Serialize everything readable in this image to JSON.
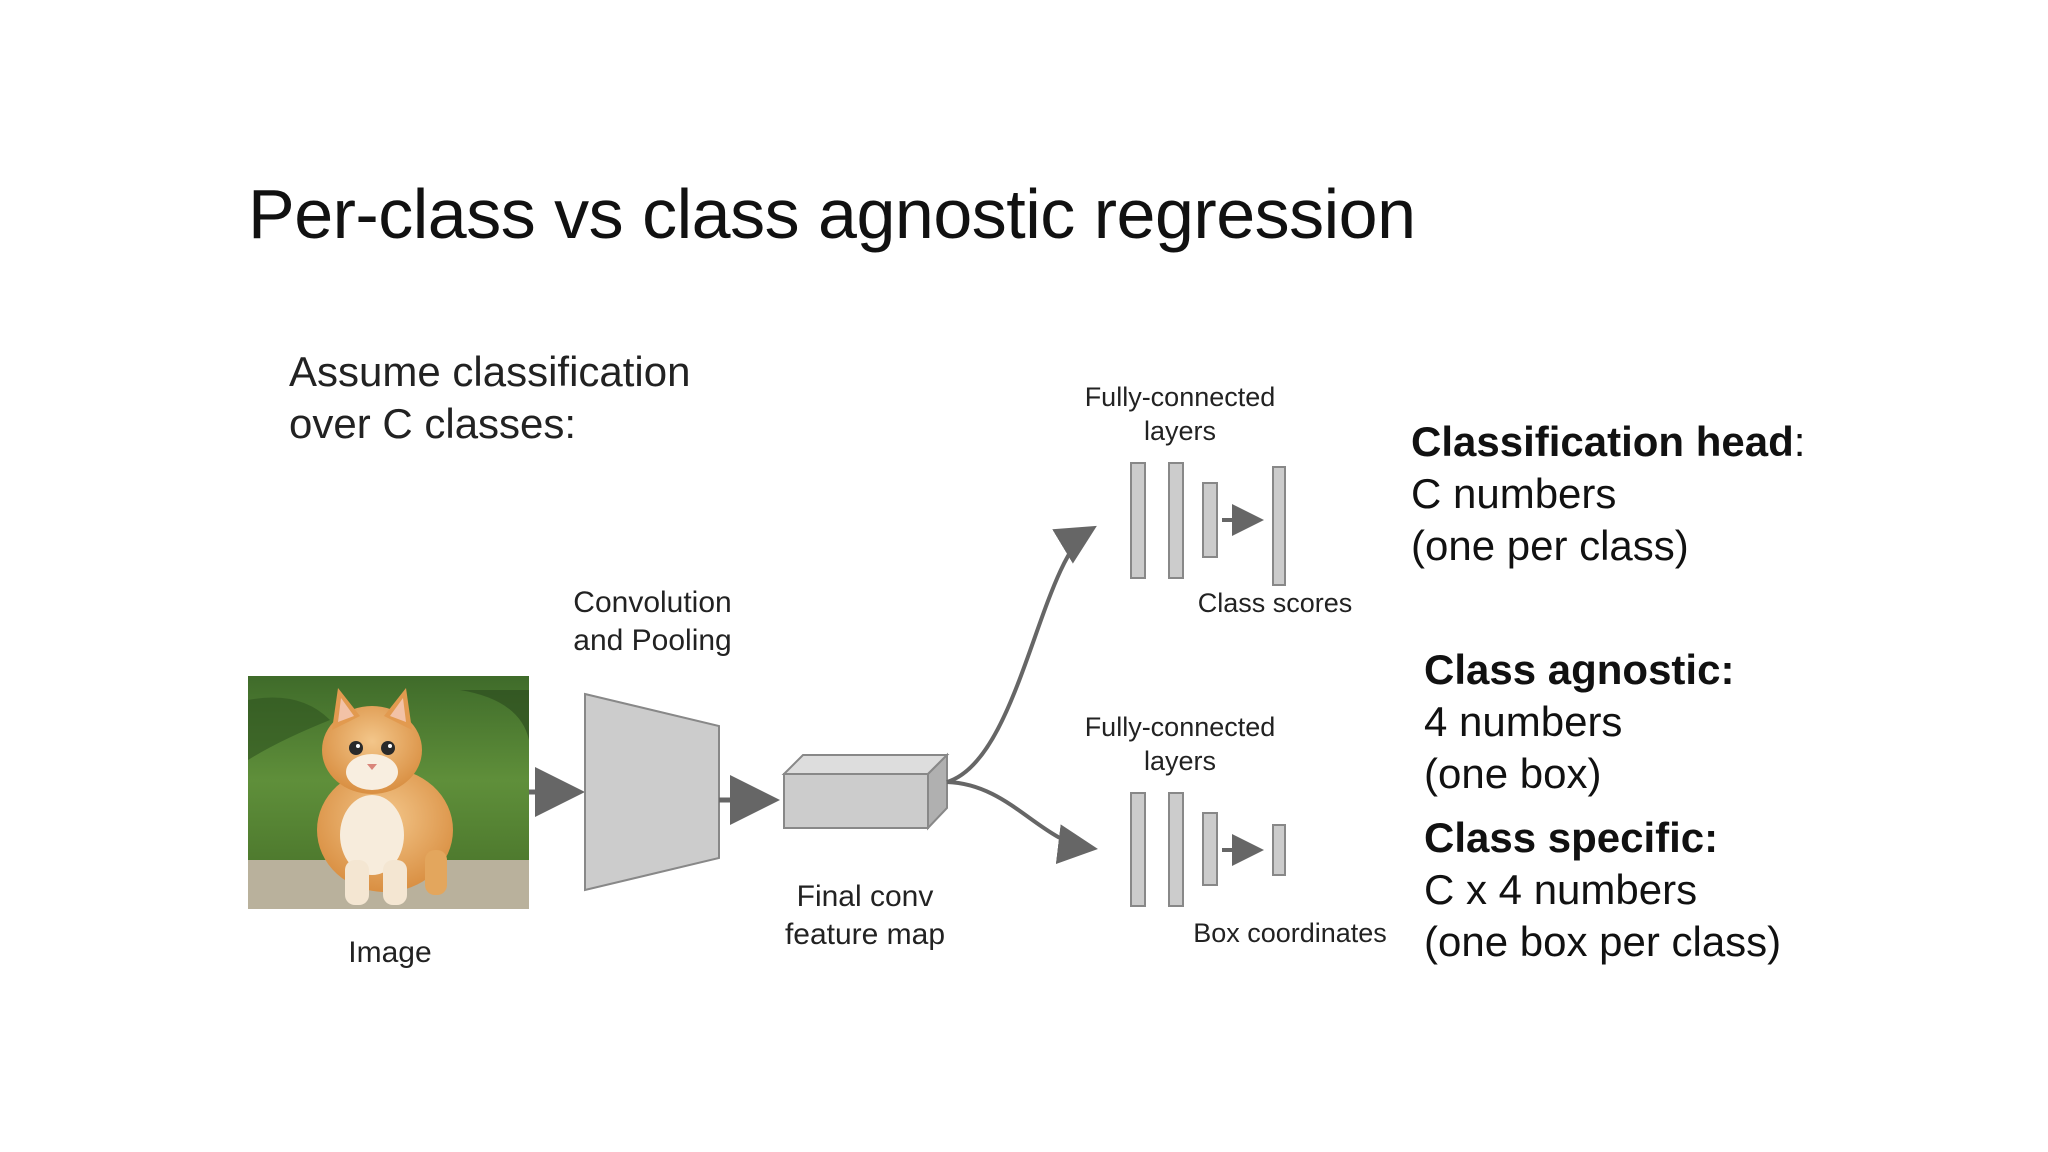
{
  "slide": {
    "title": "Per-class vs class agnostic regression",
    "assume_line1": "Assume classification",
    "assume_line2": "over C classes:"
  },
  "diagram": {
    "image_label": "Image",
    "conv_label_line1": "Convolution",
    "conv_label_line2": "and Pooling",
    "feature_label_line1": "Final conv",
    "feature_label_line2": "feature map",
    "fc_top_line1": "Fully-connected",
    "fc_top_line2": "layers",
    "class_scores": "Class scores",
    "fc_bottom_line1": "Fully-connected",
    "fc_bottom_line2": "layers",
    "box_coordinates": "Box coordinates",
    "colors": {
      "block_fill": "#cccccc",
      "block_stroke": "#888888",
      "arrow": "#666666"
    }
  },
  "right": {
    "classification_head": "Classification head",
    "classification_colon": ":",
    "classification_line2": "C numbers",
    "classification_line3": "(one per class)",
    "agnostic_head": "Class agnostic:",
    "agnostic_line2": "4 numbers",
    "agnostic_line3": "(one box)",
    "specific_head": "Class specific:",
    "specific_line2": "C x 4 numbers",
    "specific_line3": "(one box per class)"
  }
}
